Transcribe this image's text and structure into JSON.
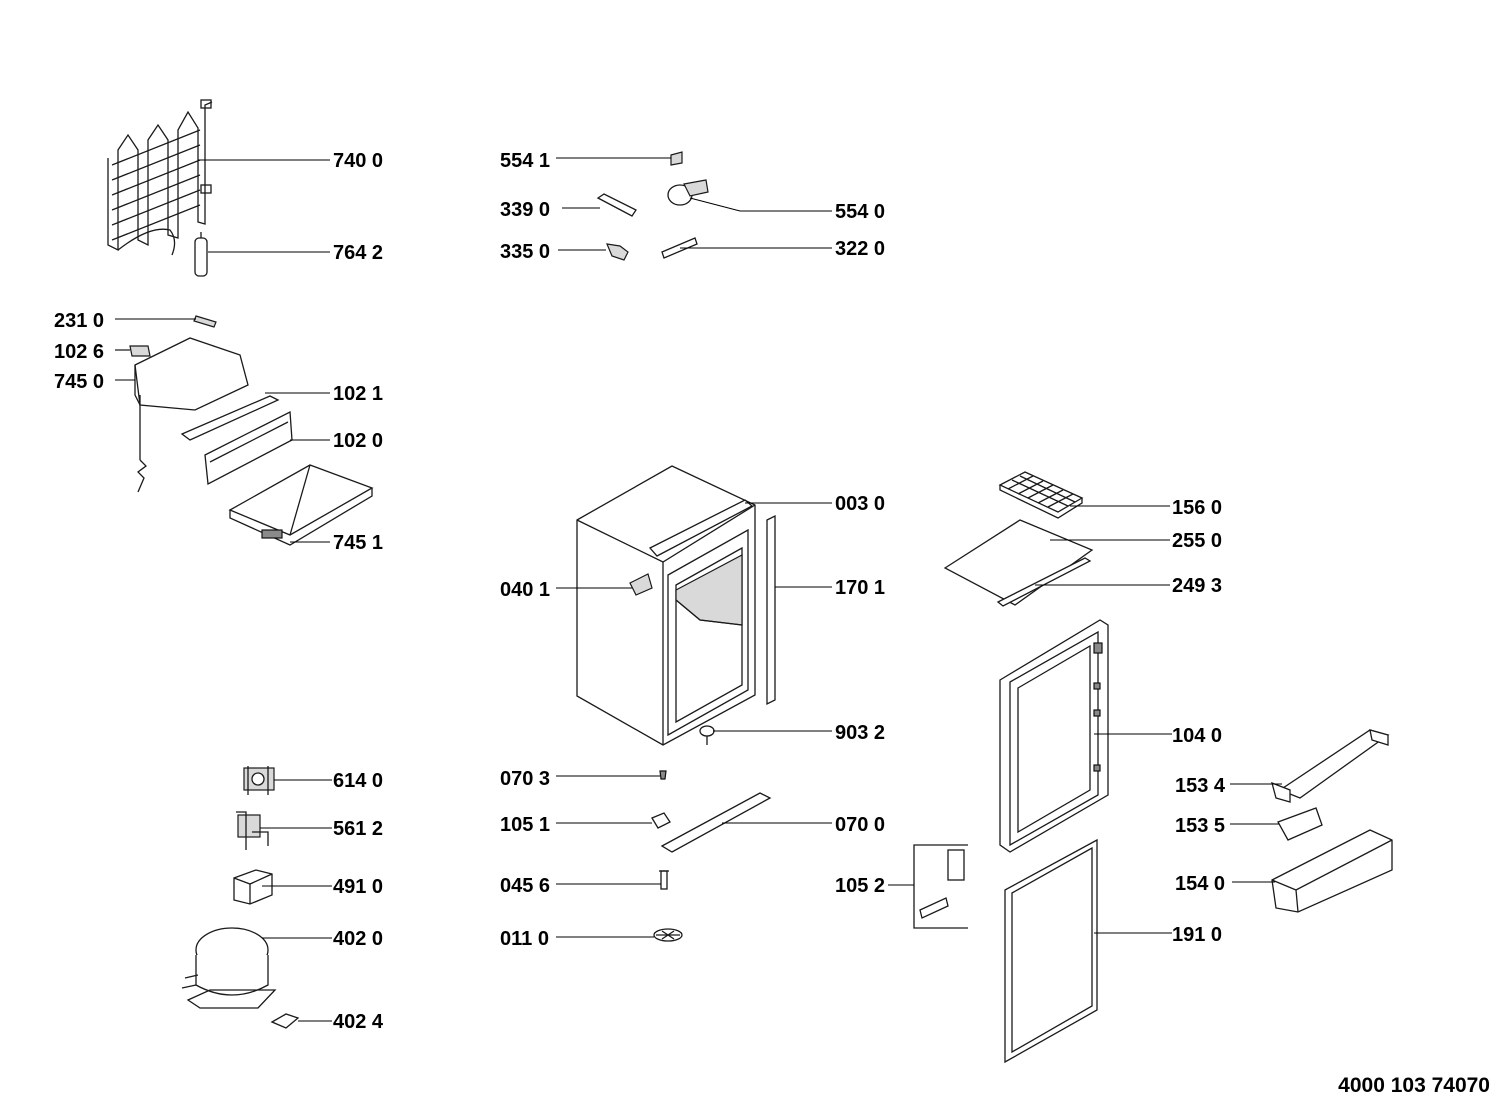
{
  "diagram": {
    "document_number": "4000 103 74070",
    "part_labels": {
      "p7400": "740 0",
      "p7642": "764 2",
      "p2310": "231 0",
      "p1026": "102 6",
      "p7450": "745 0",
      "p1021": "102 1",
      "p1020": "102 0",
      "p7451": "745 1",
      "p5541": "554 1",
      "p3390": "339 0",
      "p5540": "554 0",
      "p3350": "335 0",
      "p3220": "322 0",
      "p0030": "003 0",
      "p0401": "040 1",
      "p1701": "170 1",
      "p9032": "903 2",
      "p0703": "070 3",
      "p1051": "105 1",
      "p0700": "070 0",
      "p0456": "045 6",
      "p0110": "011 0",
      "p1052": "105 2",
      "p6140": "614 0",
      "p5612": "561 2",
      "p4910": "491 0",
      "p4020": "402 0",
      "p4024": "402 4",
      "p1560": "156 0",
      "p2550": "255 0",
      "p2493": "249 3",
      "p1040": "104 0",
      "p1534": "153 4",
      "p1535": "153 5",
      "p1540": "154 0",
      "p1910": "191 0"
    }
  }
}
